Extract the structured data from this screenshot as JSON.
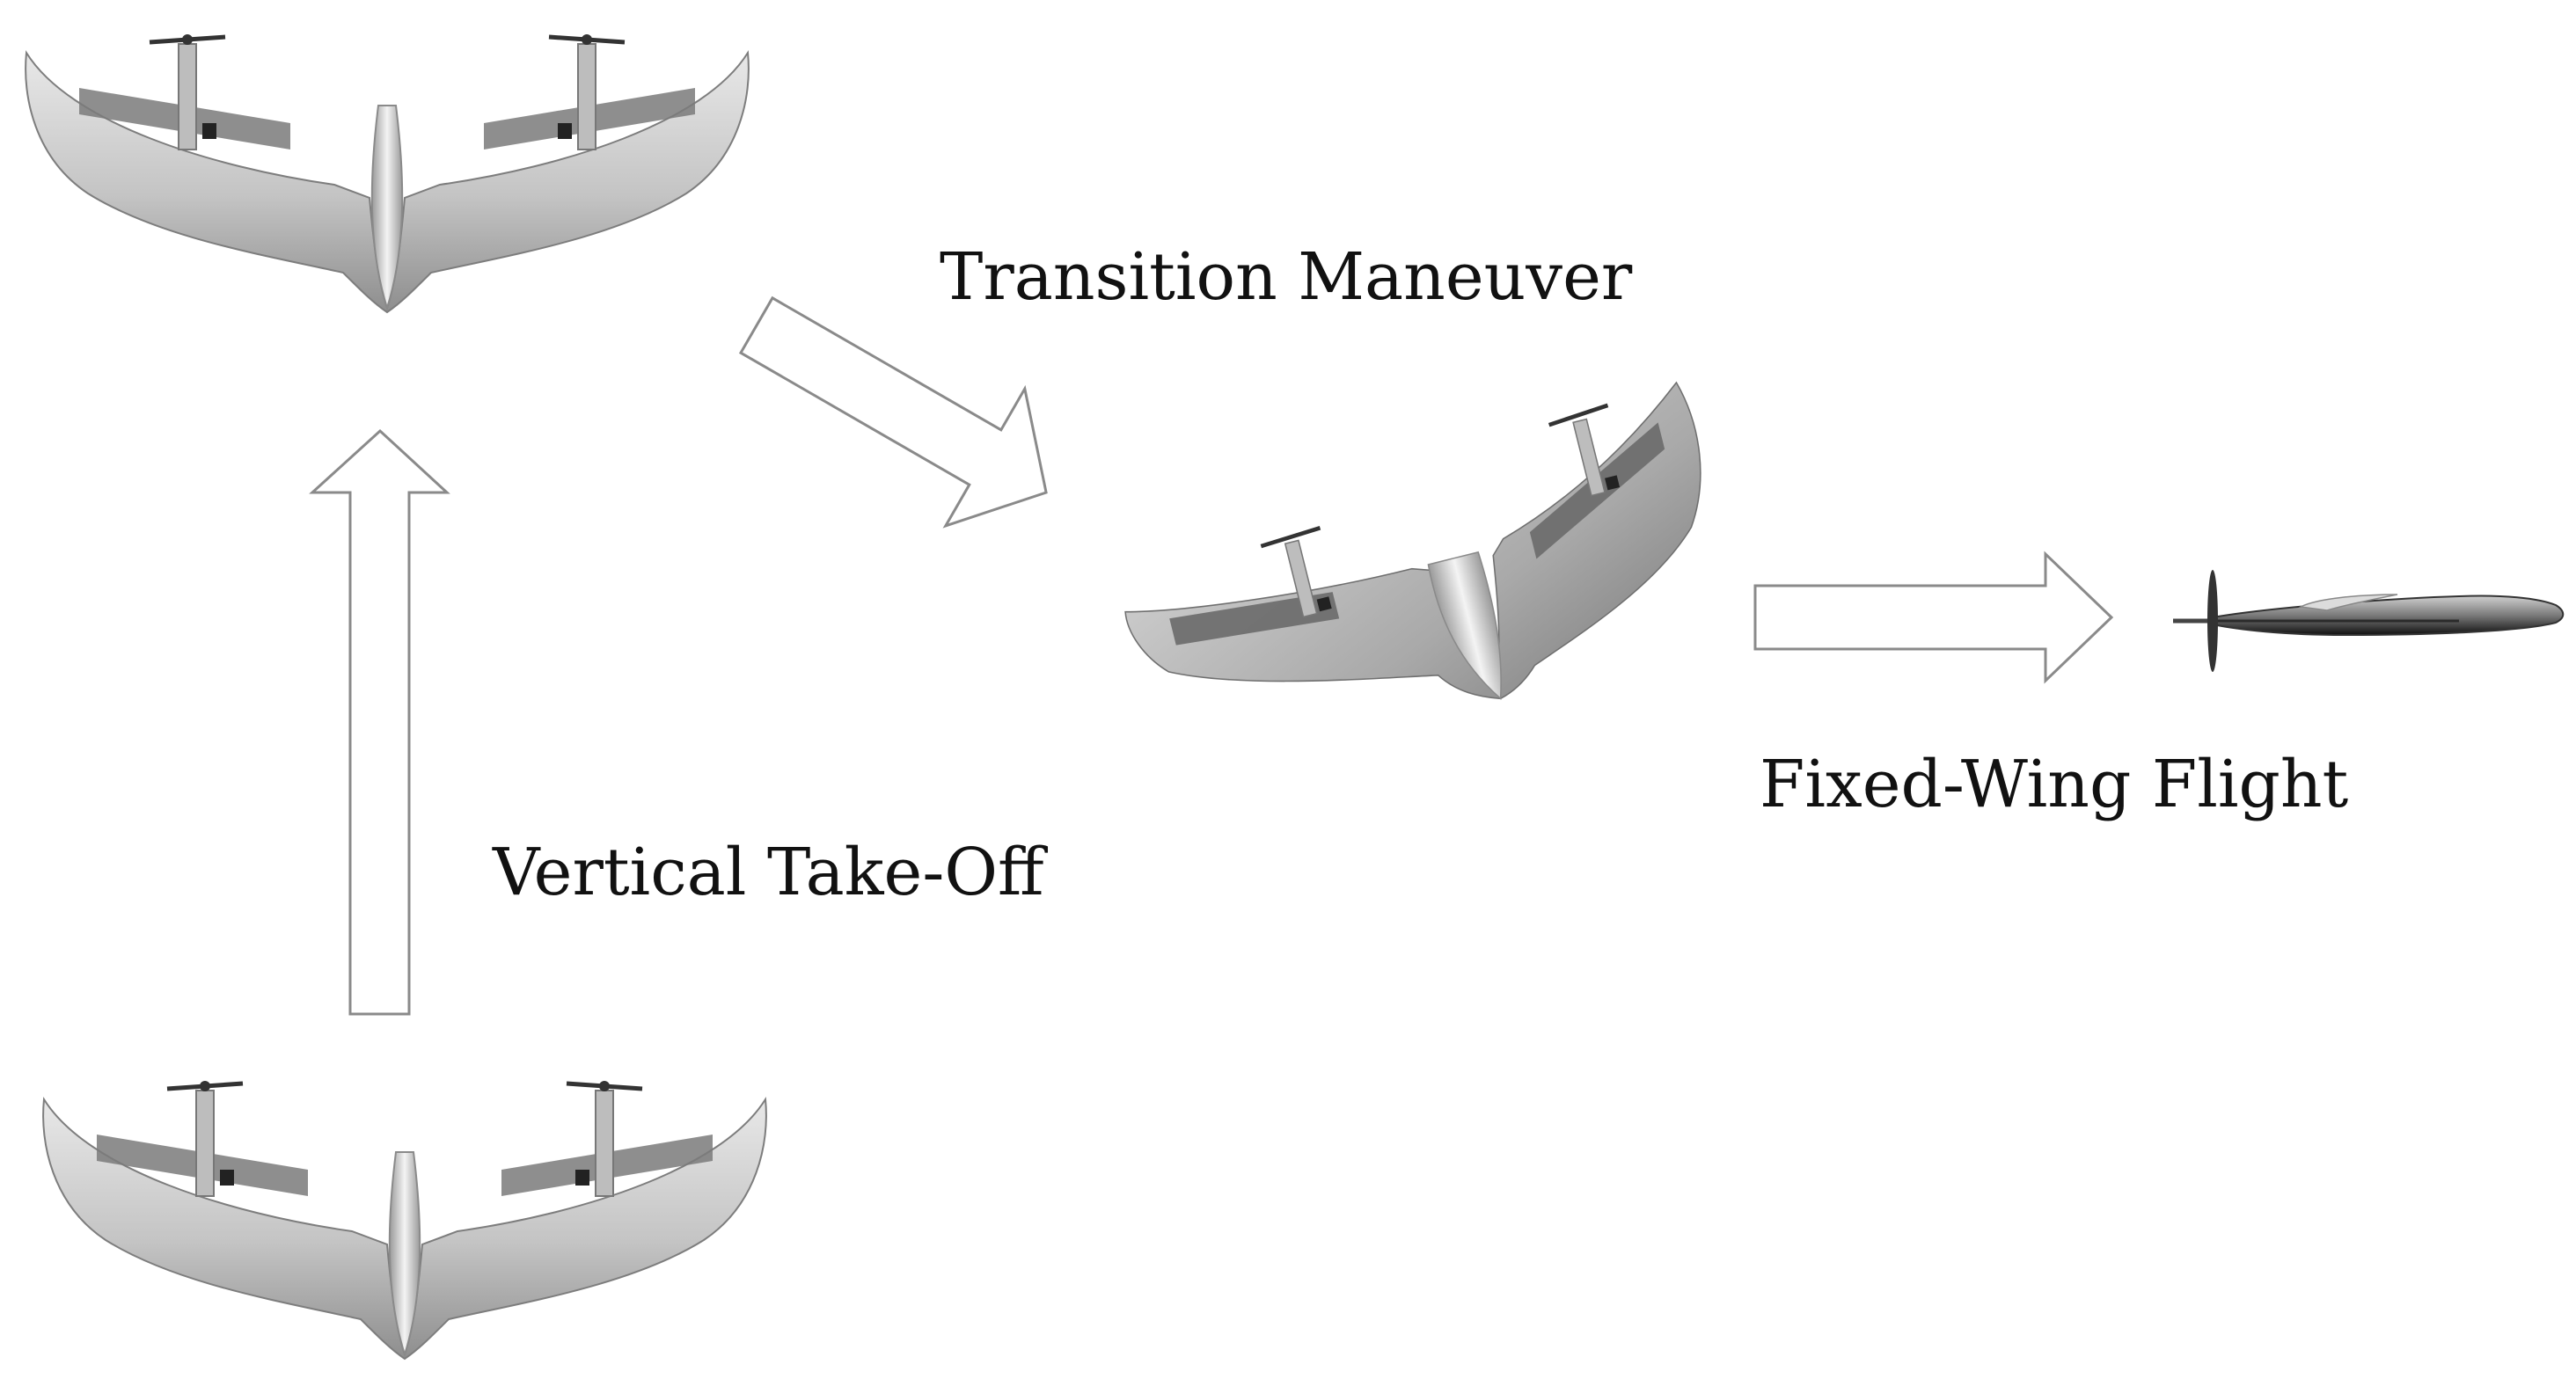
{
  "labels": {
    "vertical_takeoff": "Vertical Take-Off",
    "transition": "Transition Maneuver",
    "fixed_wing": "Fixed-Wing Flight"
  },
  "colors": {
    "background": "#ffffff",
    "arrow_stroke": "#8a8a8a",
    "wing_light": "#e6e6e6",
    "wing_dark": "#8c8c8c",
    "surface_panel": "#6e6e6e",
    "motor": "#222222",
    "text": "#111111"
  },
  "icons": [
    "flying-wing-vtol-aircraft",
    "block-arrow"
  ]
}
